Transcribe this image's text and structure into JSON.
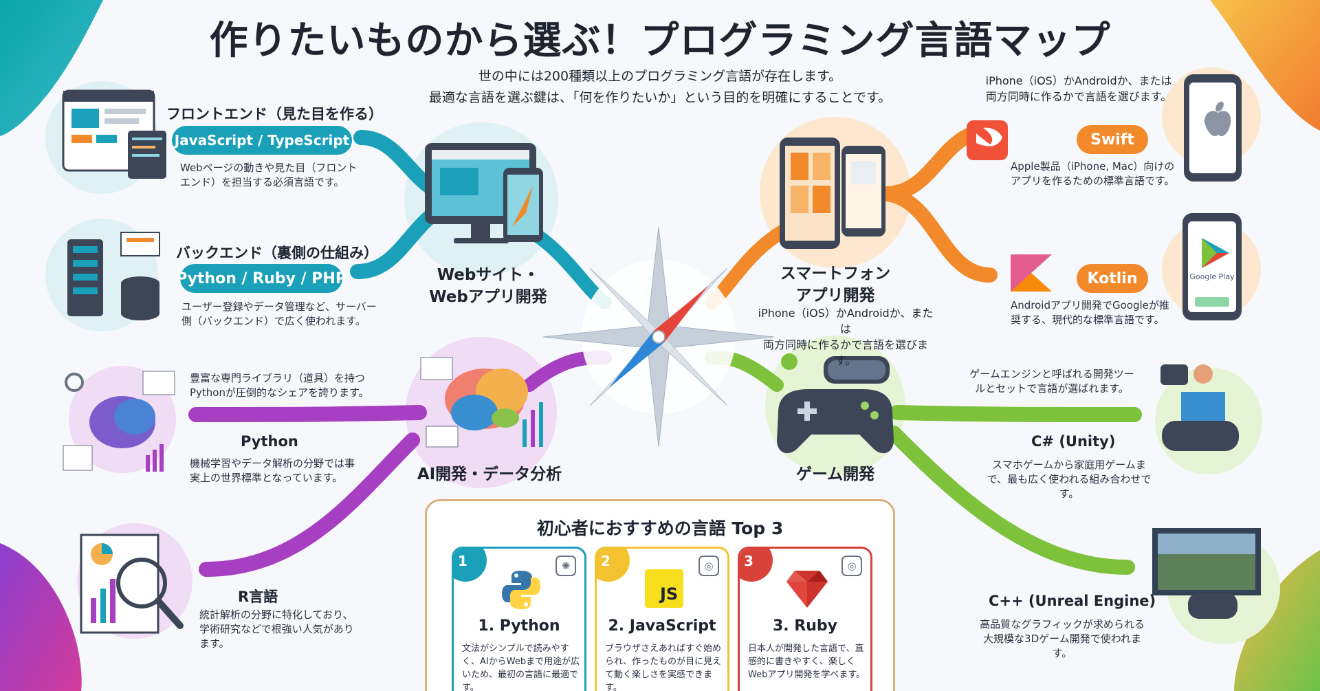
{
  "title": "作りたいものから選ぶ！プログラミング言語マップ",
  "intro": {
    "line1": "世の中には200種類以上のプログラミング言語が存在します。",
    "line2": "最適な言語を選ぶ鍵は、「何を作りたいか」という目的を明確にすることです。"
  },
  "colors": {
    "web": "#1aa0b8",
    "mobile": "#f28a2c",
    "ai": "#a63fc1",
    "game": "#7ec13a",
    "top3_border": "#d9b27e"
  },
  "web": {
    "hub_line1": "Webサイト・",
    "hub_line2": "Webアプリ開発",
    "frontend": {
      "title": "フロントエンド（見た目を作る）",
      "pill": "JavaScript / TypeScript",
      "desc": "Webページの動きや見た目（フロントエンド）を担当する必須言語です。"
    },
    "backend": {
      "title": "バックエンド（裏側の仕組み）",
      "pill": "Python / Ruby / PHP",
      "desc": "ユーザー登録やデータ管理など、サーバー側（バックエンド）で広く使われます。"
    }
  },
  "mobile": {
    "hub_line1": "スマートフォン",
    "hub_line2": "アプリ開発",
    "hub_desc1": "iPhone（iOS）かAndroidか、または",
    "hub_desc2": "両方同時に作るかで言語を選びます。",
    "top_note1": "iPhone（iOS）かAndroidか、または",
    "top_note2": "両方同時に作るかで言語を選びます。",
    "swift": {
      "pill": "Swift",
      "desc": "Apple製品（iPhone, Mac）向けのアプリを作るための標準言語です。"
    },
    "kotlin": {
      "pill": "Kotlin",
      "desc": "Androidアプリ開発でGoogleが推奨する、現代的な標準言語です。"
    },
    "google_play_label": "Google Play"
  },
  "ai": {
    "hub_label": "AI開発・データ分析",
    "note": "豊富な専門ライブラリ（道具）を持つPythonが圧倒的なシェアを誇ります。",
    "python": {
      "title": "Python",
      "desc": "機械学習やデータ解析の分野では事実上の世界標準となっています。"
    },
    "r": {
      "title": "R言語",
      "desc": "統計解析の分野に特化しており、学術研究などで根強い人気があります。"
    }
  },
  "game": {
    "hub_label": "ゲーム開発",
    "note": "ゲームエンジンと呼ばれる開発ツールとセットで言語が選ばれます。",
    "csharp": {
      "title": "C# (Unity)",
      "desc": "スマホゲームから家庭用ゲームまで、最も広く使われる組み合わせです。"
    },
    "cpp": {
      "title": "C++ (Unreal Engine)",
      "desc": "高品質なグラフィックが求められる大規模な3Dゲーム開発で使われます。"
    }
  },
  "top3": {
    "title": "初心者におすすめの言語 Top 3",
    "cards": [
      {
        "num": "1",
        "name": "1. Python",
        "desc": "文法がシンプルで読みやすく、AIからWebまで用途が広いため、最初の言語に最適です。",
        "badge": ""
      },
      {
        "num": "2",
        "name": "2. JavaScript",
        "desc": "ブラウザさえあればすぐ始められ、作ったものが目に見えて動く楽しさを実感できます。",
        "badge": "JS"
      },
      {
        "num": "3",
        "name": "3. Ruby",
        "desc": "日本人が開発した言語で、直感的に書きやすく、楽しくWebアプリ開発を学べます。",
        "badge": ""
      }
    ]
  }
}
